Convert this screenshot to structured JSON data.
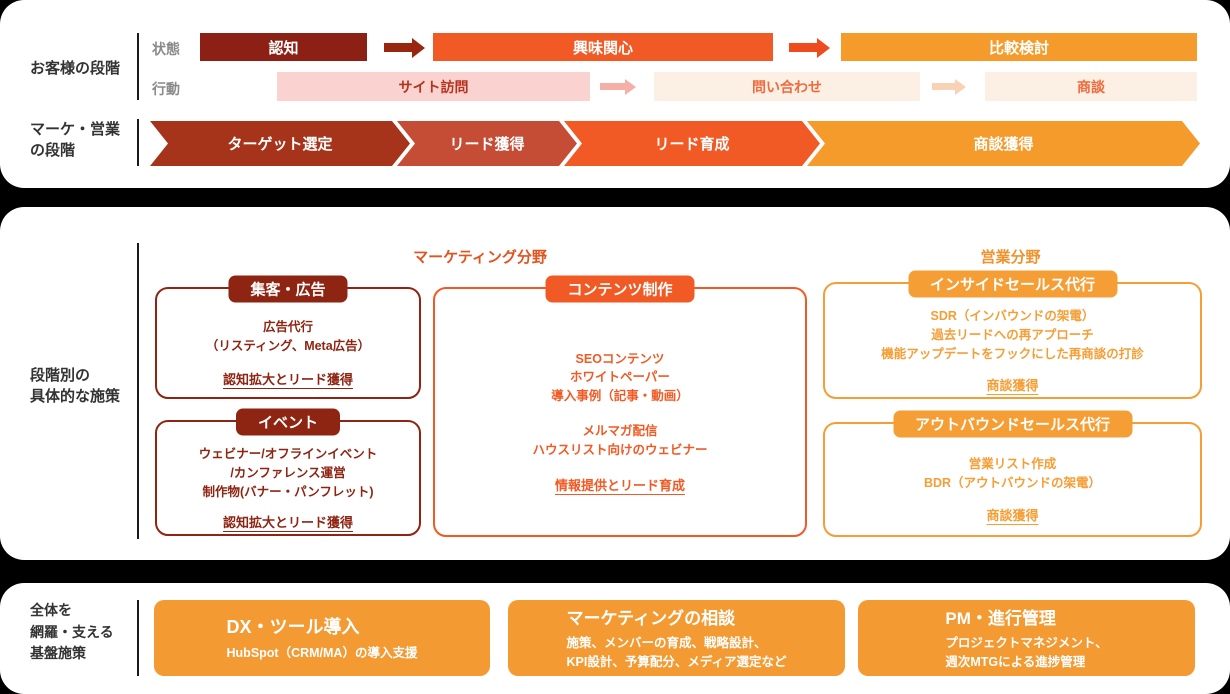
{
  "colors": {
    "maroon": "#8E2412",
    "dark_red_stage": "#8C2014",
    "brick_chevron": "#A5341A",
    "salmon_chevron": "#C54D36",
    "orange": "#F15A24",
    "amber": "#F59B2B",
    "foundation_amber": "#F39A33",
    "pink_bg": "#FAD3D0",
    "pink_text": "#B5331D",
    "cream_bg": "#FCEFE4",
    "cream_text": "#EF6A3C",
    "gray_label": "#8a8a8a",
    "text_dark": "#333333"
  },
  "customer": {
    "label": "お客様の段階",
    "state_label": "状態",
    "action_label": "行動",
    "states": [
      {
        "label": "認知"
      },
      {
        "label": "興味関心"
      },
      {
        "label": "比較検討"
      }
    ],
    "actions": [
      {
        "label": "サイト訪問"
      },
      {
        "label": "問い合わせ"
      },
      {
        "label": "商談"
      }
    ]
  },
  "funnel": {
    "label_line1": "マーケ・営業",
    "label_line2": "の段階",
    "stages": [
      {
        "label": "ターゲット選定"
      },
      {
        "label": "リード獲得"
      },
      {
        "label": "リード育成"
      },
      {
        "label": "商談獲得"
      }
    ]
  },
  "measures": {
    "label_line1": "段階別の",
    "label_line2": "具体的な施策",
    "marketing_header": "マーケティング分野",
    "sales_header": "営業分野",
    "ads": {
      "title": "集客・広告",
      "lines": [
        "広告代行",
        "（リスティング、Meta広告）"
      ],
      "link": "認知拡大とリード獲得"
    },
    "events": {
      "title": "イベント",
      "lines": [
        "ウェビナー/オフラインイベント",
        "/カンファレンス運営",
        "制作物(バナー・パンフレット)"
      ],
      "link": "認知拡大とリード獲得"
    },
    "content": {
      "title": "コンテンツ制作",
      "group1": [
        "SEOコンテンツ",
        "ホワイトペーパー",
        "導入事例（記事・動画）"
      ],
      "group2": [
        "メルマガ配信",
        "ハウスリスト向けのウェビナー"
      ],
      "link": "情報提供とリード育成"
    },
    "inside": {
      "title": "インサイドセールス代行",
      "lines": [
        "SDR（インバウンドの架電）",
        "過去リードへの再アプローチ",
        "機能アップデートをフックにした再商談の打診"
      ],
      "link": "商談獲得"
    },
    "outbound": {
      "title": "アウトバウンドセールス代行",
      "lines": [
        "営業リスト作成",
        "BDR（アウトバウンドの架電）"
      ],
      "link": "商談獲得"
    }
  },
  "foundation": {
    "label_lines": [
      "全体を",
      "網羅・支える",
      "基盤施策"
    ],
    "boxes": [
      {
        "title": "DX・ツール導入",
        "lines": [
          "HubSpot（CRM/MA）の導入支援"
        ]
      },
      {
        "title": "マーケティングの相談",
        "lines": [
          "施策、メンバーの育成、戦略設計、",
          "KPI設計、予算配分、メディア選定など"
        ]
      },
      {
        "title": "PM・進行管理",
        "lines": [
          "プロジェクトマネジメント、",
          "週次MTGによる進捗管理"
        ]
      }
    ]
  }
}
